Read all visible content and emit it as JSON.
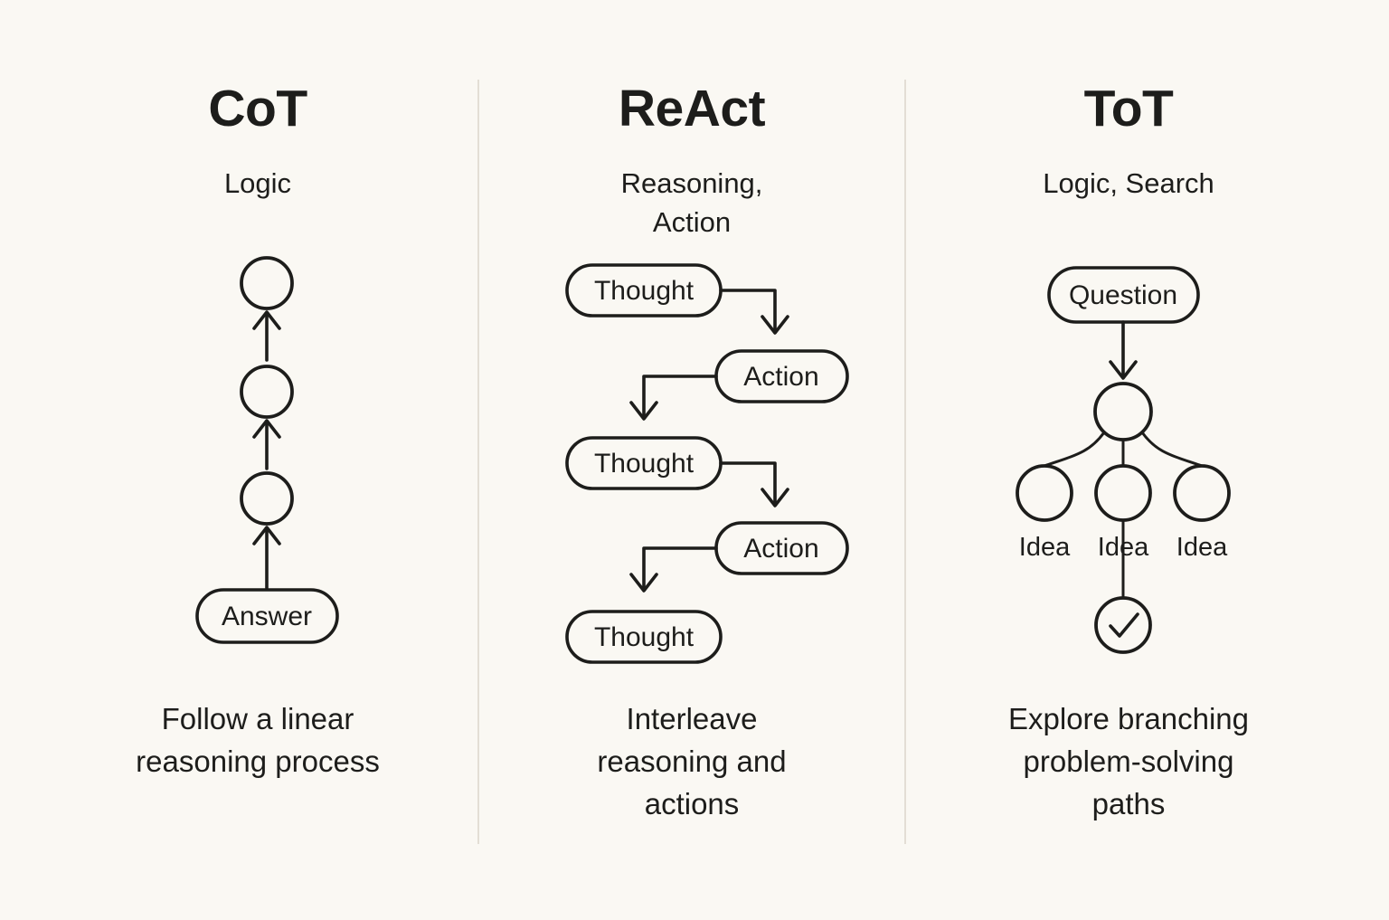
{
  "background_color": "#faf8f3",
  "ink_color": "#1d1d1b",
  "divider_color": "#e3ded5",
  "columns": [
    {
      "id": "cot",
      "title": "CoT",
      "subtitle": "Logic",
      "caption": "Follow a linear\nreasoning process",
      "diagram": {
        "type": "linear-chain",
        "nodes": [
          "circle",
          "circle",
          "circle",
          "Answer"
        ],
        "direction": "upward",
        "terminal_label": "Answer"
      }
    },
    {
      "id": "react",
      "title": "ReAct",
      "subtitle": "Reasoning,\nAction",
      "caption": "Interleave\nreasoning and\nactions",
      "diagram": {
        "type": "zigzag-flow",
        "nodes": [
          "Thought",
          "Action",
          "Thought",
          "Action",
          "Thought"
        ],
        "direction": "downward-alternating"
      }
    },
    {
      "id": "tot",
      "title": "ToT",
      "subtitle": "Logic, Search",
      "caption": "Explore branching\nproblem-solving\npaths",
      "diagram": {
        "type": "tree",
        "root_label": "Question",
        "branch_labels": [
          "Idea",
          "Idea",
          "Idea"
        ],
        "selected_branch_index": 1,
        "result_icon": "check-icon"
      }
    }
  ]
}
